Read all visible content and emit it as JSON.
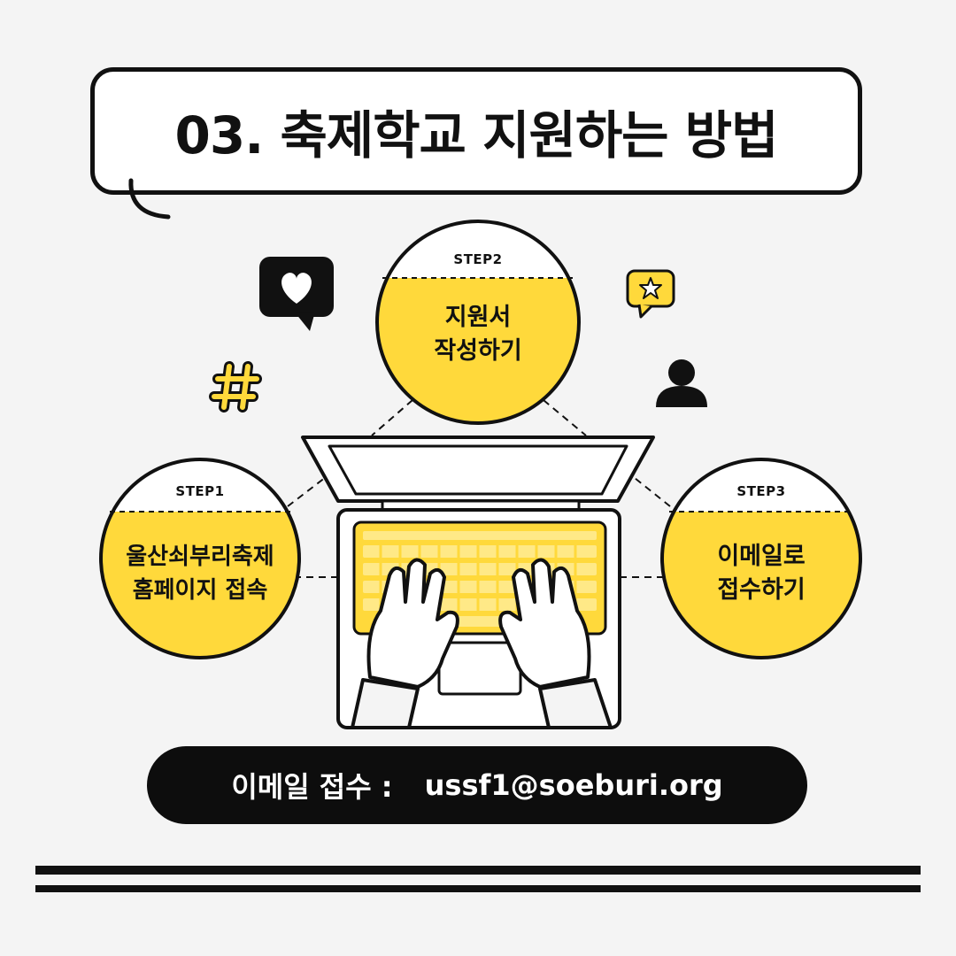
{
  "title": "03. 축제학교 지원하는 방법",
  "steps": [
    {
      "label": "STEP1",
      "line1": "울산쇠부리축제",
      "line2": "홈페이지 접속"
    },
    {
      "label": "STEP2",
      "line1": "지원서",
      "line2": "작성하기"
    },
    {
      "label": "STEP3",
      "line1": "이메일로",
      "line2": "접수하기"
    }
  ],
  "email": {
    "label": "이메일 접수 :",
    "address": "ussf1@soeburi.org"
  },
  "icons": [
    "heart-chat-icon",
    "star-chat-icon",
    "hashtag-icon",
    "user-icon",
    "laptop-illustration",
    "hands-illustration"
  ],
  "colors": {
    "accent": "#FFD93B",
    "dark": "#111111",
    "background": "#F4F4F4"
  }
}
